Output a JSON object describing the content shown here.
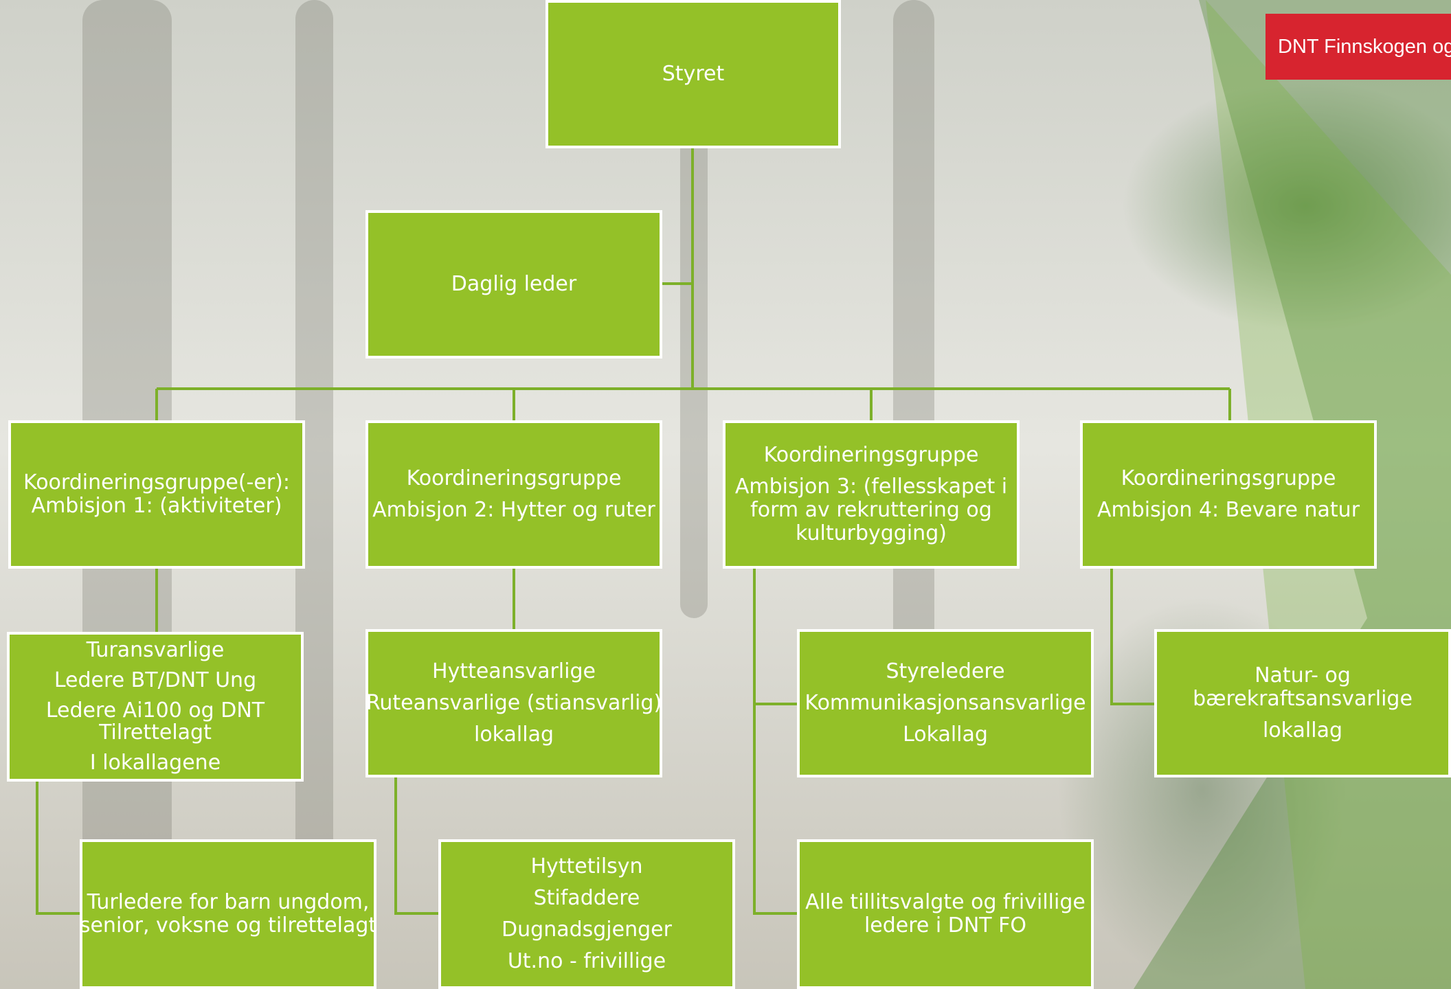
{
  "logo": {
    "text": "DNT Finnskogen og"
  },
  "colors": {
    "box_fill": "#94c128",
    "box_border": "#ffffff",
    "connector": "#7db02a",
    "logo_bg": "#d7242f"
  },
  "nodes": {
    "styret": {
      "lines": [
        "Styret"
      ]
    },
    "daglig_leder": {
      "lines": [
        "Daglig leder"
      ]
    },
    "koord1": {
      "lines": [
        "Koordineringsgruppe(-er):",
        "Ambisjon 1: (aktiviteter)"
      ]
    },
    "koord2": {
      "lines": [
        "Koordineringsgruppe",
        "Ambisjon 2: Hytter og ruter"
      ]
    },
    "koord3": {
      "lines": [
        "Koordineringsgruppe",
        "Ambisjon 3: (fellesskapet i",
        "form av rekruttering og",
        "kulturbygging)"
      ]
    },
    "koord4": {
      "lines": [
        "Koordineringsgruppe",
        "Ambisjon 4: Bevare natur"
      ]
    },
    "tur": {
      "lines": [
        "Turansvarlige",
        "Ledere BT/DNT Ung",
        "Ledere Ai100 og DNT",
        "Tilrettelagt",
        "I lokallagene"
      ]
    },
    "hytte": {
      "lines": [
        "Hytteansvarlige",
        "Ruteansvarlige (stiansvarlig)",
        "lokallag"
      ]
    },
    "styreledere": {
      "lines": [
        "Styreledere",
        "Kommunikasjonsansvarlige",
        "Lokallag"
      ]
    },
    "natur": {
      "lines": [
        "Natur- og",
        "bærekraftsansvarlige",
        "lokallag"
      ]
    },
    "turledere": {
      "lines": [
        "Turledere for barn ungdom,",
        "senior, voksne  og tilrettelagt"
      ]
    },
    "hyttetilsyn": {
      "lines": [
        "Hyttetilsyn",
        "Stifaddere",
        "Dugnadsgjenger",
        "Ut.no - frivillige"
      ]
    },
    "alle": {
      "lines": [
        "Alle tillitsvalgte og frivillige",
        "ledere i DNT FO"
      ]
    }
  }
}
